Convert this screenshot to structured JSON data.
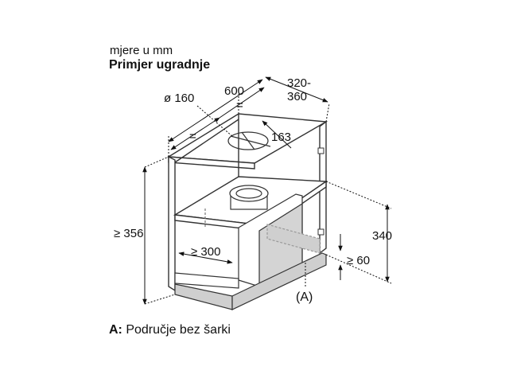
{
  "header": {
    "units": "mjere u mm",
    "title": "Primjer ugradnje"
  },
  "dimensions": {
    "duct_diameter": "ø 160",
    "width": "600",
    "depth_top": "320-",
    "depth_bottom": "360",
    "equal_left": "=",
    "equal_right": "=",
    "duct_offset": "163",
    "min_height": "≥ 356",
    "height_340": "340",
    "min_width": "≥ 300",
    "min_60": "≥ 60",
    "zone_marker": "(A)"
  },
  "footnote": {
    "key": "A:",
    "text": " Područje bez šarki"
  }
}
